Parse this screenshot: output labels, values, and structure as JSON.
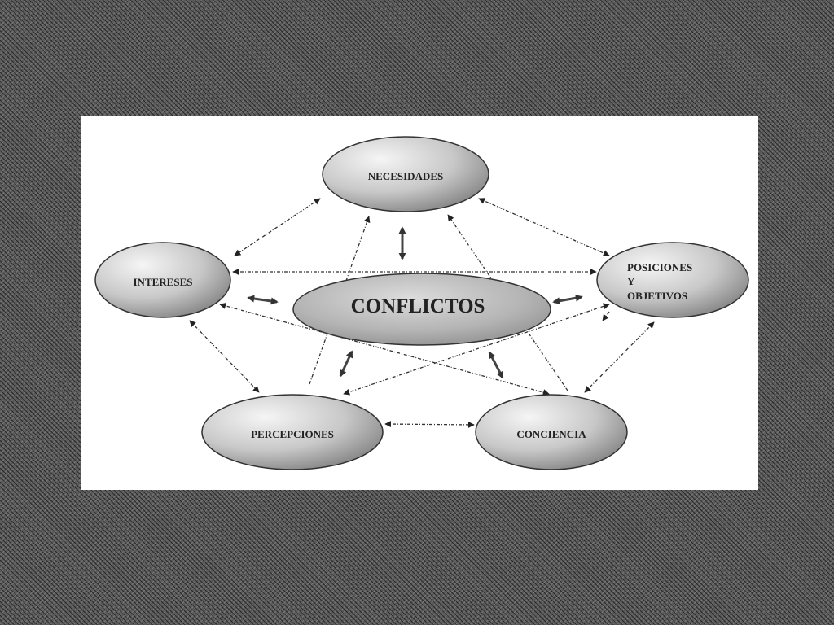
{
  "diagram": {
    "center": "CONFLICTOS",
    "nodes": {
      "necesidades": "NECESIDADES",
      "intereses": "INTERESES",
      "posiciones_line1": "POSICIONES",
      "posiciones_line2": "Y",
      "posiciones_line3": "OBJETIVOS",
      "percepciones": "PERCEPCIONES",
      "conciencia": "CONCIENCIA"
    }
  },
  "colors": {
    "ellipse_light": "#f2f2f2",
    "ellipse_dark": "#8c8c8c",
    "stroke": "#333333",
    "canvas": "#ffffff"
  }
}
